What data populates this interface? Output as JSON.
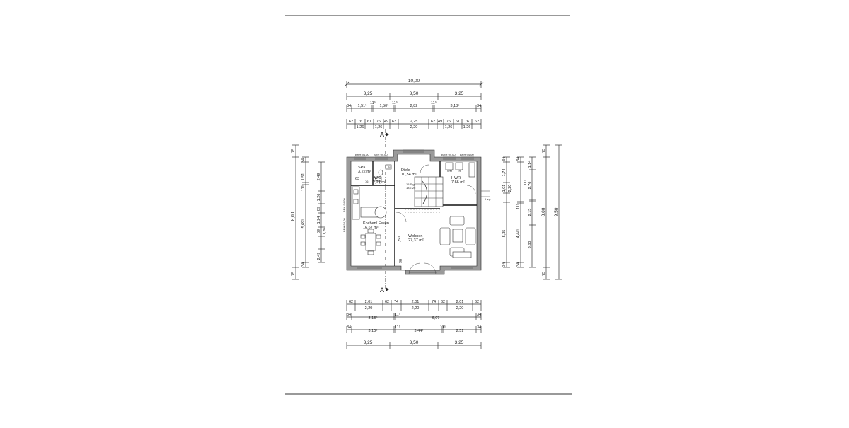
{
  "plan": {
    "top_dims": {
      "overall": "10,00",
      "row2": [
        "3,25",
        "3,50",
        "3,25"
      ],
      "row3": [
        "34",
        "1,51⁵",
        "11⁵",
        "1,50⁵",
        "11⁵",
        "2,82",
        "11⁵",
        "3,13⁵",
        "34"
      ],
      "row4a": [
        "62",
        "76",
        "61",
        "76",
        "49",
        "62",
        "2,25",
        "62",
        "49",
        "76",
        "61",
        "76",
        "62"
      ],
      "row4b": [
        "1,26",
        "1,26",
        "2,20",
        "1,26",
        "1,26"
      ]
    },
    "bottom_dims": {
      "row1a": [
        "62",
        "2,01",
        "62",
        "74",
        "2,01",
        "74",
        "62",
        "2,01",
        "62"
      ],
      "row1b": [
        "2,20",
        "2,20",
        "2,20"
      ],
      "row2": [
        "34",
        "3,13⁵",
        "11⁵",
        "6,07",
        "34"
      ],
      "row3": [
        "34",
        "3,13⁵",
        "11⁵",
        "3,44⁵",
        "11⁵",
        "2,51",
        "34"
      ],
      "row4": [
        "3,25",
        "3,50",
        "3,25"
      ]
    },
    "left_dims": {
      "outer": [
        "75",
        "8,00",
        "75"
      ],
      "middle": [
        "34",
        "1,51",
        "11⁵",
        "5,69⁵",
        "34"
      ],
      "inner": [
        "2,49",
        "1,26",
        "89",
        "1,24",
        "89",
        "1,26",
        "2,49"
      ]
    },
    "right_dims": {
      "outer": [
        "75",
        "9,50",
        "75"
      ],
      "mid2": [
        "8,00"
      ],
      "mid1": [
        "34",
        "1,74",
        "2,20",
        "1,01",
        "5,35",
        "34"
      ],
      "inner": [
        "1,14",
        "2,76",
        "11⁵",
        "2,15",
        "4,44⁵",
        "3,80",
        "11⁵",
        "34"
      ]
    },
    "section_marker": "A",
    "brh_labels": [
      "BRH 94,00",
      "BRH 94,00",
      "BRH 94,00",
      "BRH 94,00",
      "BRH 94,00",
      "BRH 94,00"
    ],
    "rooms": [
      {
        "name": "SPK",
        "area": "3,22 m²"
      },
      {
        "name": "WC",
        "area": "2,22 m²"
      },
      {
        "name": "Diele",
        "area": "10,54 m²"
      },
      {
        "name": "HWR",
        "area": "7,66 m²"
      },
      {
        "name": "Kochen/ Essen",
        "area": "16,67 m²"
      },
      {
        "name": "Wohnen",
        "area": "27,37 m²"
      }
    ],
    "stair": {
      "line1": "15 Stg.",
      "line2": "18,7/26"
    },
    "misc_labels": {
      "small1": "63",
      "small2": "79",
      "small3": "76",
      "small4": "1,50",
      "small5": "90",
      "wm": "WM",
      "tr": "TR",
      "ext": "Hzg."
    }
  }
}
